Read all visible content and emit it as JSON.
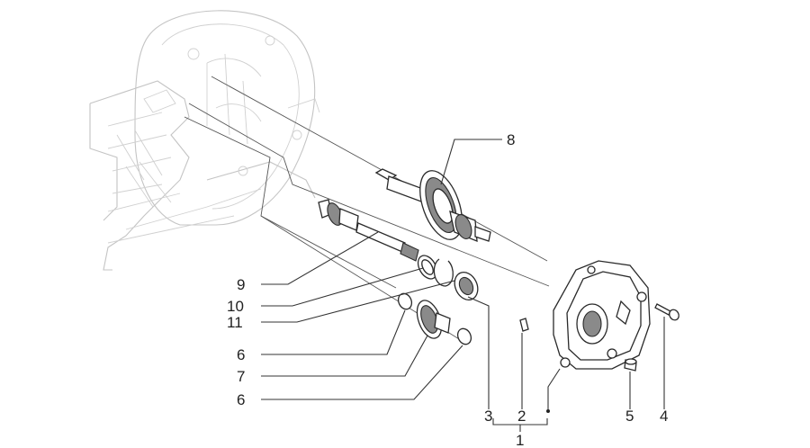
{
  "callouts": {
    "c1": "1",
    "c2": "2",
    "c3": "3",
    "c4": "4",
    "c5": "5",
    "c6a": "6",
    "c6b": "6",
    "c7": "7",
    "c8": "8",
    "c9": "9",
    "c10": "10",
    "c11": "11"
  },
  "colors": {
    "line": "#2a2a2a",
    "ghost": "#c4c4c4",
    "background": "#ffffff"
  }
}
